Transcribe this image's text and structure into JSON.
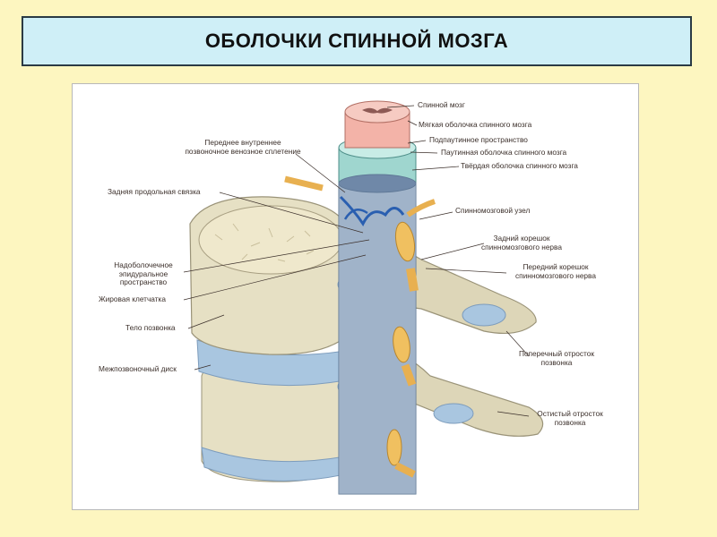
{
  "title": "ОБОЛОЧКИ СПИННОЙ МОЗГА",
  "colors": {
    "background": "#fdf6c0",
    "title_fill": "#cfeff7",
    "bone": "#e6e0c4",
    "disc": "#a9c6e0",
    "cord": "#f3b3a8",
    "nerve": "#f0c060",
    "dura": "#8ca3bd"
  },
  "labels": {
    "spinal_cord": "Спинной мозг",
    "pia_mater": "Мягкая оболочка спинного мозга",
    "subarachnoid": "Подпаутинное пространство",
    "arachnoid": "Паутинная оболочка спинного мозга",
    "dura_mater": "Твёрдая оболочка спинного мозга",
    "venous_plexus": "Переднее внутреннее\nпозвоночное венозное сплетение",
    "post_ligament": "Задняя продольная связка",
    "ganglion": "Спинномозговой узел",
    "post_root": "Задний корешок\nспинномозгового нерва",
    "epidural": "Надоболочечное\nэпидуральное\nпространство",
    "ant_root": "Передний корешок\nспинномозгового нерва",
    "fat": "Жировая клетчатка",
    "body": "Тело позвонка",
    "transverse": "Поперечный отросток\nпозвонка",
    "disc": "Межпозвоночный диск",
    "spinous": "Остистый отросток\nпозвонка"
  }
}
